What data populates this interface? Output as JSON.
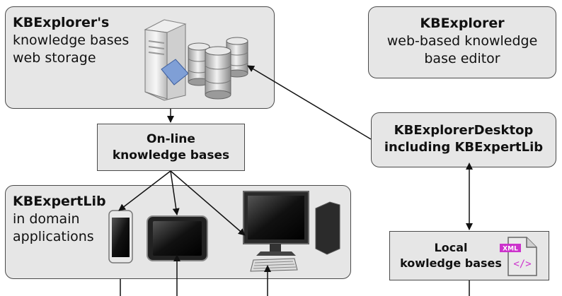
{
  "storage": {
    "title_bold": "KBExplorer's",
    "line2": "knowledge bases",
    "line3": "web storage"
  },
  "editor": {
    "title_bold": "KBExplorer",
    "line2": "web-based knowledge",
    "line3": "base editor"
  },
  "online": {
    "line1": "On-line",
    "line2": "knowledge bases"
  },
  "desktop": {
    "line1": "KBExplorerDesktop",
    "line2": "including KBExpertLib"
  },
  "expertlib": {
    "title_bold": "KBExpertLib",
    "line2": "in domain",
    "line3": "applications"
  },
  "local": {
    "line1": "Local",
    "line2": "kowledge bases",
    "xml_badge": "XML",
    "xml_tag": "</>"
  },
  "icons": [
    "server-icon",
    "database-icon",
    "smartphone-icon",
    "tablet-icon",
    "desktop-computer-icon",
    "xml-file-icon"
  ]
}
